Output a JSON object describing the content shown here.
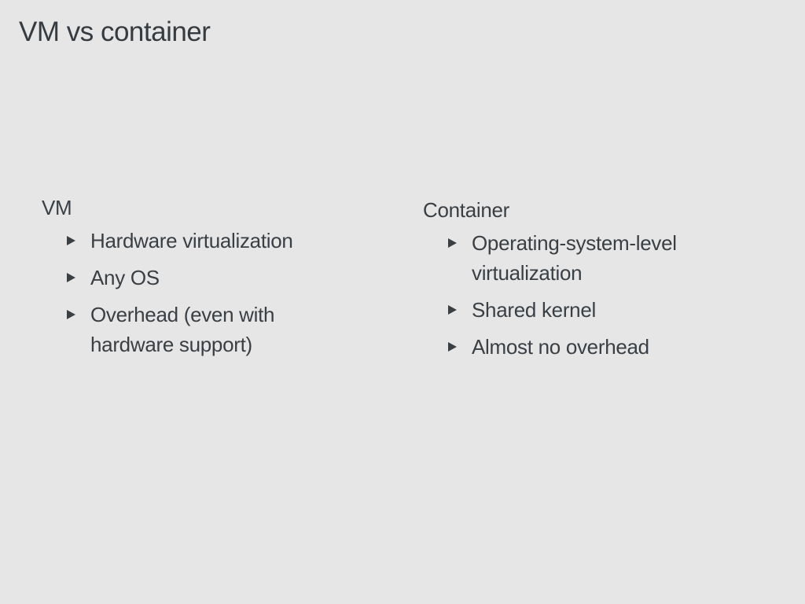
{
  "slide": {
    "title": "VM vs container"
  },
  "columns": [
    {
      "heading": "VM",
      "items": [
        "Hardware virtualization",
        "Any OS",
        "Overhead (even with hardware support)"
      ]
    },
    {
      "heading": "Container",
      "items": [
        "Operating-system-level virtualization",
        "Shared kernel",
        "Almost no overhead"
      ]
    }
  ]
}
